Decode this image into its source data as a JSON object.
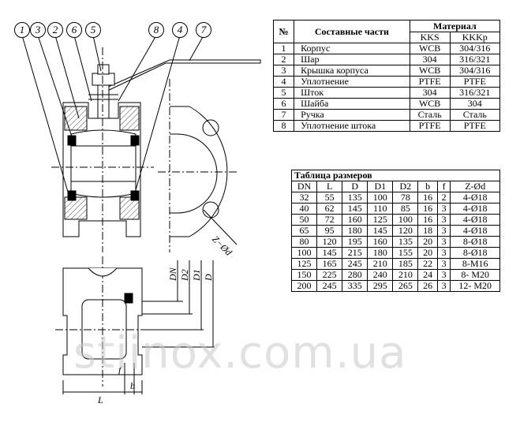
{
  "callouts": [
    "1",
    "3",
    "2",
    "6",
    "5",
    "8",
    "4",
    "7"
  ],
  "dimension_labels": {
    "dn": "DN",
    "d2": "D2",
    "d1": "D1",
    "d": "D",
    "b": "b",
    "f": "f",
    "l": "L",
    "zmd": "Z−Ød"
  },
  "parts_table": {
    "headers": {
      "num": "№",
      "part": "Составные части",
      "material": "Материал"
    },
    "subheaders": [
      "KKS",
      "KKKp"
    ],
    "rows": [
      {
        "num": "1",
        "name": "Корпус",
        "kks": "WCB",
        "kkkp": "304/316"
      },
      {
        "num": "2",
        "name": "Шар",
        "kks": "304",
        "kkkp": "316/321"
      },
      {
        "num": "3",
        "name": "Крышка корпуса",
        "kks": "WCB",
        "kkkp": "304/316"
      },
      {
        "num": "4",
        "name": "Уплотнение",
        "kks": "PTFE",
        "kkkp": "PTFE"
      },
      {
        "num": "5",
        "name": "Шток",
        "kks": "304",
        "kkkp": "316/321"
      },
      {
        "num": "6",
        "name": "Шайба",
        "kks": "WCB",
        "kkkp": "304"
      },
      {
        "num": "7",
        "name": "Ручка",
        "kks": "Сталь",
        "kkkp": "Сталь"
      },
      {
        "num": "8",
        "name": "Уплотнение штока",
        "kks": "PTFE",
        "kkkp": "PTFE"
      }
    ]
  },
  "dims_table": {
    "title": "Таблица размеров",
    "headers": [
      "DN",
      "L",
      "D",
      "D1",
      "D2",
      "b",
      "f",
      "Z-Ød"
    ],
    "rows": [
      [
        "32",
        "55",
        "135",
        "100",
        "78",
        "16",
        "2",
        "4-Ø18"
      ],
      [
        "40",
        "62",
        "145",
        "110",
        "85",
        "16",
        "3",
        "4-Ø18"
      ],
      [
        "50",
        "72",
        "160",
        "125",
        "100",
        "16",
        "3",
        "4-Ø18"
      ],
      [
        "65",
        "95",
        "180",
        "145",
        "120",
        "18",
        "3",
        "4-Ø18"
      ],
      [
        "80",
        "120",
        "195",
        "160",
        "135",
        "20",
        "3",
        "8-Ø18"
      ],
      [
        "100",
        "145",
        "215",
        "180",
        "155",
        "20",
        "3",
        "8-Ø18"
      ],
      [
        "125",
        "165",
        "245",
        "210",
        "185",
        "22",
        "3",
        "8-M16"
      ],
      [
        "150",
        "225",
        "280",
        "240",
        "210",
        "24",
        "3",
        "8- M20"
      ],
      [
        "200",
        "245",
        "335",
        "295",
        "265",
        "26",
        "3",
        "12- M20"
      ]
    ]
  },
  "watermark": "stiinox.com.ua"
}
